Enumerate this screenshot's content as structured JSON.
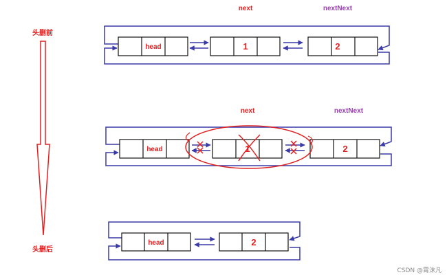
{
  "side_labels": {
    "before": "头删前",
    "after": "头删后"
  },
  "row1": {
    "pointer_next": "next",
    "pointer_next_next": "nextNext",
    "nodes": [
      "head",
      "1",
      "2"
    ]
  },
  "row2": {
    "pointer_next": "next",
    "pointer_next_next": "nextNext",
    "nodes": [
      "head",
      "1",
      "2"
    ]
  },
  "row3": {
    "nodes": [
      "head",
      "2"
    ]
  },
  "watermark": "CSDN @霄沫凡",
  "colors": {
    "link": "#3a3aa8",
    "node_border": "#111111",
    "annotation": "#e02020",
    "pointer_next_next": "#9b3fb5"
  }
}
